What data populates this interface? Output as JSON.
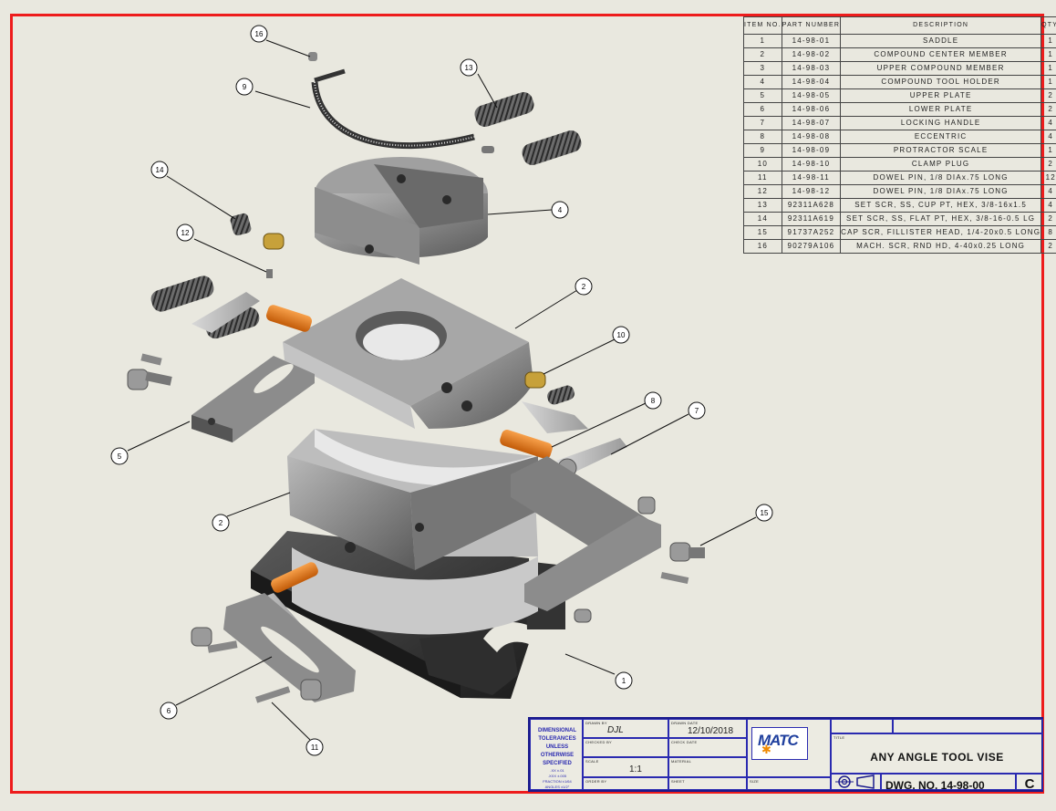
{
  "bom": {
    "headers": {
      "item": "ITEM NO.",
      "part": "PART NUMBER",
      "desc": "DESCRIPTION",
      "qty": "QTY."
    },
    "rows": [
      {
        "item": "1",
        "part": "14-98-01",
        "desc": "SADDLE",
        "qty": "1"
      },
      {
        "item": "2",
        "part": "14-98-02",
        "desc": "COMPOUND CENTER MEMBER",
        "qty": "1"
      },
      {
        "item": "3",
        "part": "14-98-03",
        "desc": "UPPER COMPOUND MEMBER",
        "qty": "1"
      },
      {
        "item": "4",
        "part": "14-98-04",
        "desc": "COMPOUND TOOL HOLDER",
        "qty": "1"
      },
      {
        "item": "5",
        "part": "14-98-05",
        "desc": "UPPER PLATE",
        "qty": "2"
      },
      {
        "item": "6",
        "part": "14-98-06",
        "desc": "LOWER PLATE",
        "qty": "2"
      },
      {
        "item": "7",
        "part": "14-98-07",
        "desc": "LOCKING HANDLE",
        "qty": "4"
      },
      {
        "item": "8",
        "part": "14-98-08",
        "desc": "ECCENTRIC",
        "qty": "4"
      },
      {
        "item": "9",
        "part": "14-98-09",
        "desc": "PROTRACTOR SCALE",
        "qty": "1"
      },
      {
        "item": "10",
        "part": "14-98-10",
        "desc": "CLAMP PLUG",
        "qty": "2"
      },
      {
        "item": "11",
        "part": "14-98-11",
        "desc": "DOWEL PIN, 1/8 DIAx.75 LONG",
        "qty": "12"
      },
      {
        "item": "12",
        "part": "14-98-12",
        "desc": "DOWEL PIN, 1/8 DIAx.75 LONG",
        "qty": "4"
      },
      {
        "item": "13",
        "part": "92311A628",
        "desc": "SET SCR, SS, CUP PT, HEX, 3/8-16x1.5",
        "qty": "4"
      },
      {
        "item": "14",
        "part": "92311A619",
        "desc": "SET SCR, SS, FLAT PT, HEX, 3/8-16-0.5 LG",
        "qty": "2"
      },
      {
        "item": "15",
        "part": "91737A252",
        "desc": "CAP SCR, FILLISTER HEAD, 1/4-20x0.5 LONG",
        "qty": "8"
      },
      {
        "item": "16",
        "part": "90279A106",
        "desc": "MACH. SCR, RND HD, 4-40x0.25 LONG",
        "qty": "2"
      }
    ]
  },
  "balloons": [
    "16",
    "9",
    "13",
    "14",
    "4",
    "12",
    "2",
    "10",
    "8",
    "7",
    "5",
    "2",
    "15",
    "1",
    "6",
    "11"
  ],
  "title_block": {
    "tolerance_lines": [
      "DIMENSIONAL",
      "TOLERANCES",
      "UNLESS OTHERWISE",
      "SPECIFIED"
    ],
    "tolerance_values": [
      ".XX ±.01",
      ".XXX ±.005",
      "FRACTION ±1/64",
      "ANGLES ±1/2°"
    ],
    "drawn_by_label": "DRAWN BY",
    "drawn_by": "DJL",
    "date_label": "DRAWN DATE",
    "date": "12/10/2018",
    "checked_label": "CHECKED BY",
    "check_date_label": "CHECK DATE",
    "scale_label": "SCALE",
    "scale": "1:1",
    "material_label": "MATERIAL",
    "order_label": "ORDER BY",
    "sheet_label": "SHEET",
    "size_label": "SIZE",
    "title_label": "TITLE",
    "logo": "MATC",
    "title": "ANY ANGLE TOOL VISE",
    "dwg_no": "DWG. NO. 14-98-00",
    "rev": "C"
  }
}
